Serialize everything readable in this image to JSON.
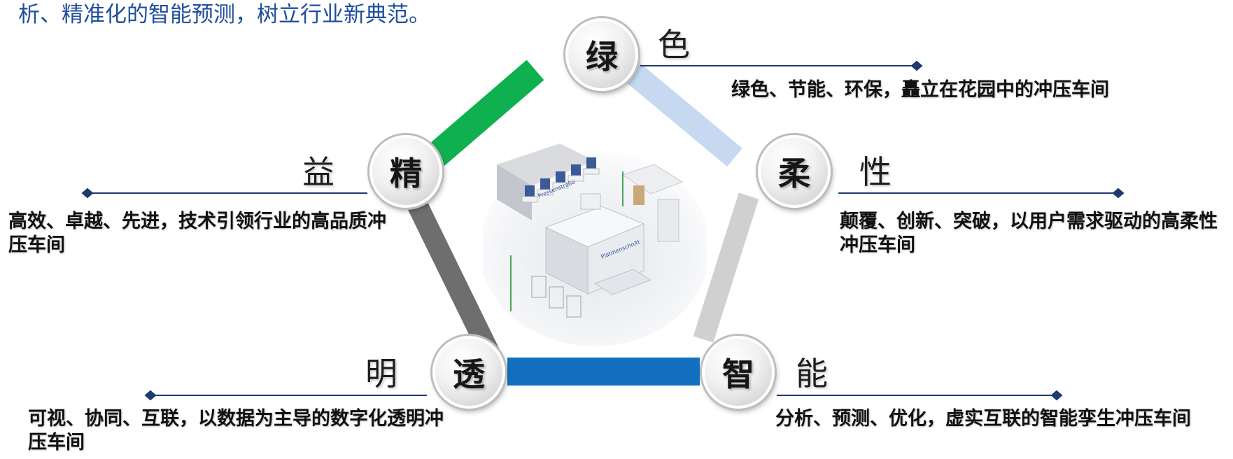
{
  "intro": "析、精准化的智能预测，树立行业新典范。",
  "colors": {
    "green_edge": "#0fb050",
    "lightblue_edge": "#c6d9f0",
    "gray_edge": "#6e6e6e",
    "lightgray_edge": "#d0d0d0",
    "blue_edge": "#1370c1",
    "leader_line": "#1f3a6e"
  },
  "nodes": {
    "green": {
      "char1": "绿",
      "char2": "色",
      "desc": "绿色、节能、环保，矗立在花园中的冲压车间"
    },
    "flexible": {
      "char1": "柔",
      "char2": "性",
      "desc": "颠覆、创新、突破，以用户需求驱动的高柔性冲压车间"
    },
    "smart": {
      "char1": "智",
      "char2": "能",
      "desc": "分析、预测、优化，虚实互联的智能孪生冲压车间"
    },
    "transparent": {
      "char1": "透",
      "char2": "明",
      "desc": "可视、协同、互联，以数据为主导的数字化透明冲压车间"
    },
    "lean": {
      "char1": "精",
      "char2": "益",
      "desc": "高效、卓越、先进，技术引领行业的高品质冲压车间"
    }
  },
  "factory": {
    "label_top": "Pressenstraße",
    "label_bottom": "Platinenschnitt"
  }
}
